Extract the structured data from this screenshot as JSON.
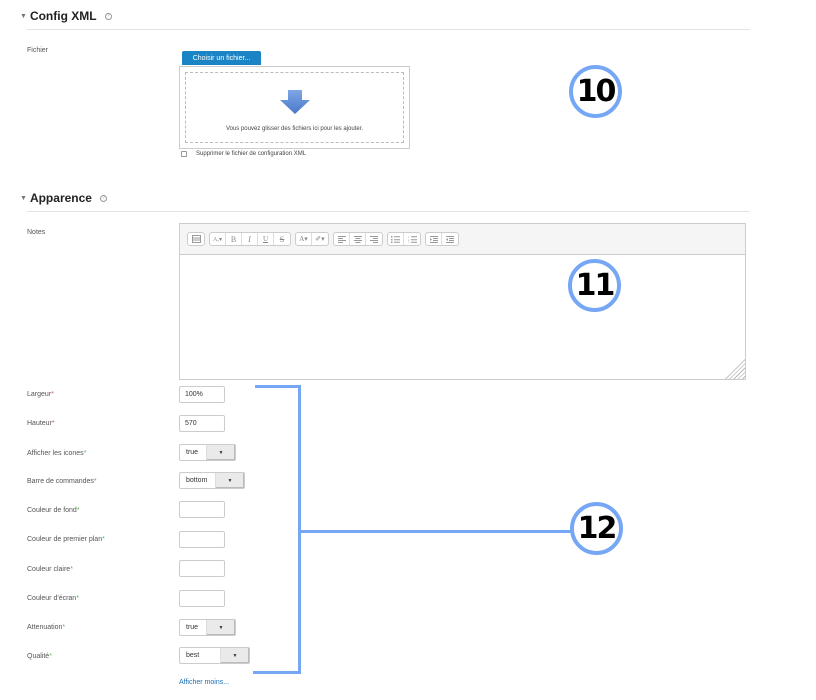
{
  "config_section": {
    "title": "Config XML",
    "help_icon": "help-circle-icon",
    "file_label": "Fichier",
    "choose_button": "Choisir un fichier...",
    "drop_hint": "Vous pouvez glisser des fichiers ici pour les ajouter.",
    "delete_checkbox_label": "Supprimer le fichier de configuration XML",
    "delete_checked": false
  },
  "appearance_section": {
    "title": "Apparence",
    "help_icon": "help-circle-icon",
    "notes_label": "Notes",
    "toolbar": {
      "groups": [
        [
          "toggle-toolbar"
        ],
        [
          "font-size",
          "bold",
          "italic",
          "underline",
          "strikethrough"
        ],
        [
          "text-color",
          "highlight-color"
        ],
        [
          "align-left",
          "align-center",
          "align-right"
        ],
        [
          "bullet-list",
          "numbered-list"
        ],
        [
          "indent",
          "outdent"
        ]
      ],
      "labels": {
        "bold": "B",
        "italic": "I",
        "underline": "U",
        "strikethrough": "S",
        "font_size": "Aₐ▾",
        "text_color": "A▾",
        "highlight": "✐▾"
      }
    },
    "notes_value": ""
  },
  "fields": {
    "largeur": {
      "label": "Largeur",
      "marker": "*",
      "value": "100%"
    },
    "hauteur": {
      "label": "Hauteur",
      "marker": "*",
      "value": "570"
    },
    "afficher_icones": {
      "label": "Afficher les icones",
      "marker": "*",
      "value": "true"
    },
    "barre_commandes": {
      "label": "Barre de commandes",
      "marker": "*",
      "value": "bottom"
    },
    "couleur_fond": {
      "label": "Couleur de fond",
      "marker": "*",
      "value": ""
    },
    "couleur_premier_plan": {
      "label": "Couleur de premier plan",
      "marker": "*",
      "value": ""
    },
    "couleur_claire": {
      "label": "Couleur claire",
      "marker": "*",
      "value": ""
    },
    "couleur_ecran": {
      "label": "Couleur d'écran",
      "marker": "*",
      "value": ""
    },
    "attenuation": {
      "label": "Attenuation",
      "marker": "*",
      "value": "true"
    },
    "qualite": {
      "label": "Qualité",
      "marker": "*",
      "value": "best"
    }
  },
  "show_less_link": "Afficher moins...",
  "annotations": {
    "badge_10": "10",
    "badge_11": "11",
    "badge_12": "12",
    "color": "#76a7f5"
  },
  "colors": {
    "primary_button": "#1a84c4",
    "required_marker": "#d9534f",
    "advanced_marker": "#5cb85c",
    "link": "#1a6fb5"
  }
}
